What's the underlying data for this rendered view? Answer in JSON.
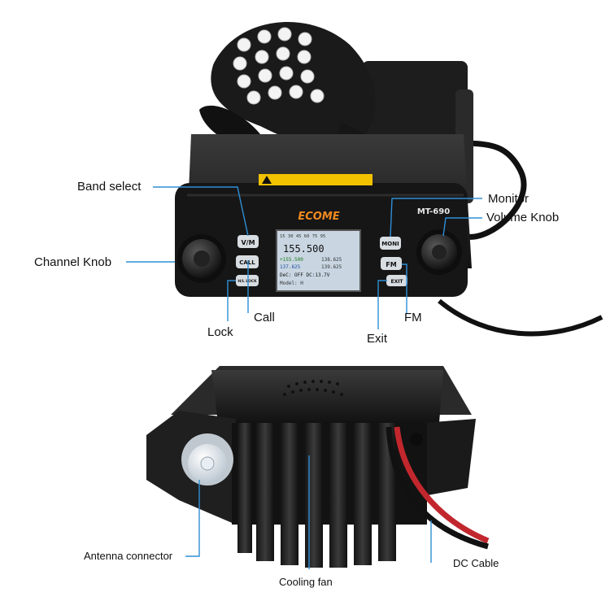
{
  "colors": {
    "leader": "#2f8fd6",
    "body": "#1b1b1b",
    "lcd_bg": "#d9e3ee",
    "accent_red": "#c1272d"
  },
  "radio": {
    "brand": "ECOME",
    "model": "MT-690",
    "keys": {
      "vm": "V/M",
      "call": "CALL",
      "lock": "H/L LOCK",
      "moni": "MONI",
      "fm": "FM",
      "exit": "EXIT"
    },
    "screen": {
      "scale": "15 30 45 60 75 95",
      "main_freq": "155.500",
      "line1_a": "+155.500",
      "line1_b": "138.625",
      "line2_a": "137.625",
      "line2_b": "139.625",
      "line3": "DeC: OFF  DC:13.7V",
      "line4": "Model: H"
    }
  },
  "callouts": {
    "band_select": "Band select",
    "monitor": "Monitor",
    "volume_knob": "Volume Knob",
    "channel_knob": "Channel Knob",
    "call": "Call",
    "lock": "Lock",
    "fm": "FM",
    "exit": "Exit",
    "antenna_connector": "Antenna connector",
    "cooling_fan": "Cooling fan",
    "dc_cable": "DC Cable"
  }
}
